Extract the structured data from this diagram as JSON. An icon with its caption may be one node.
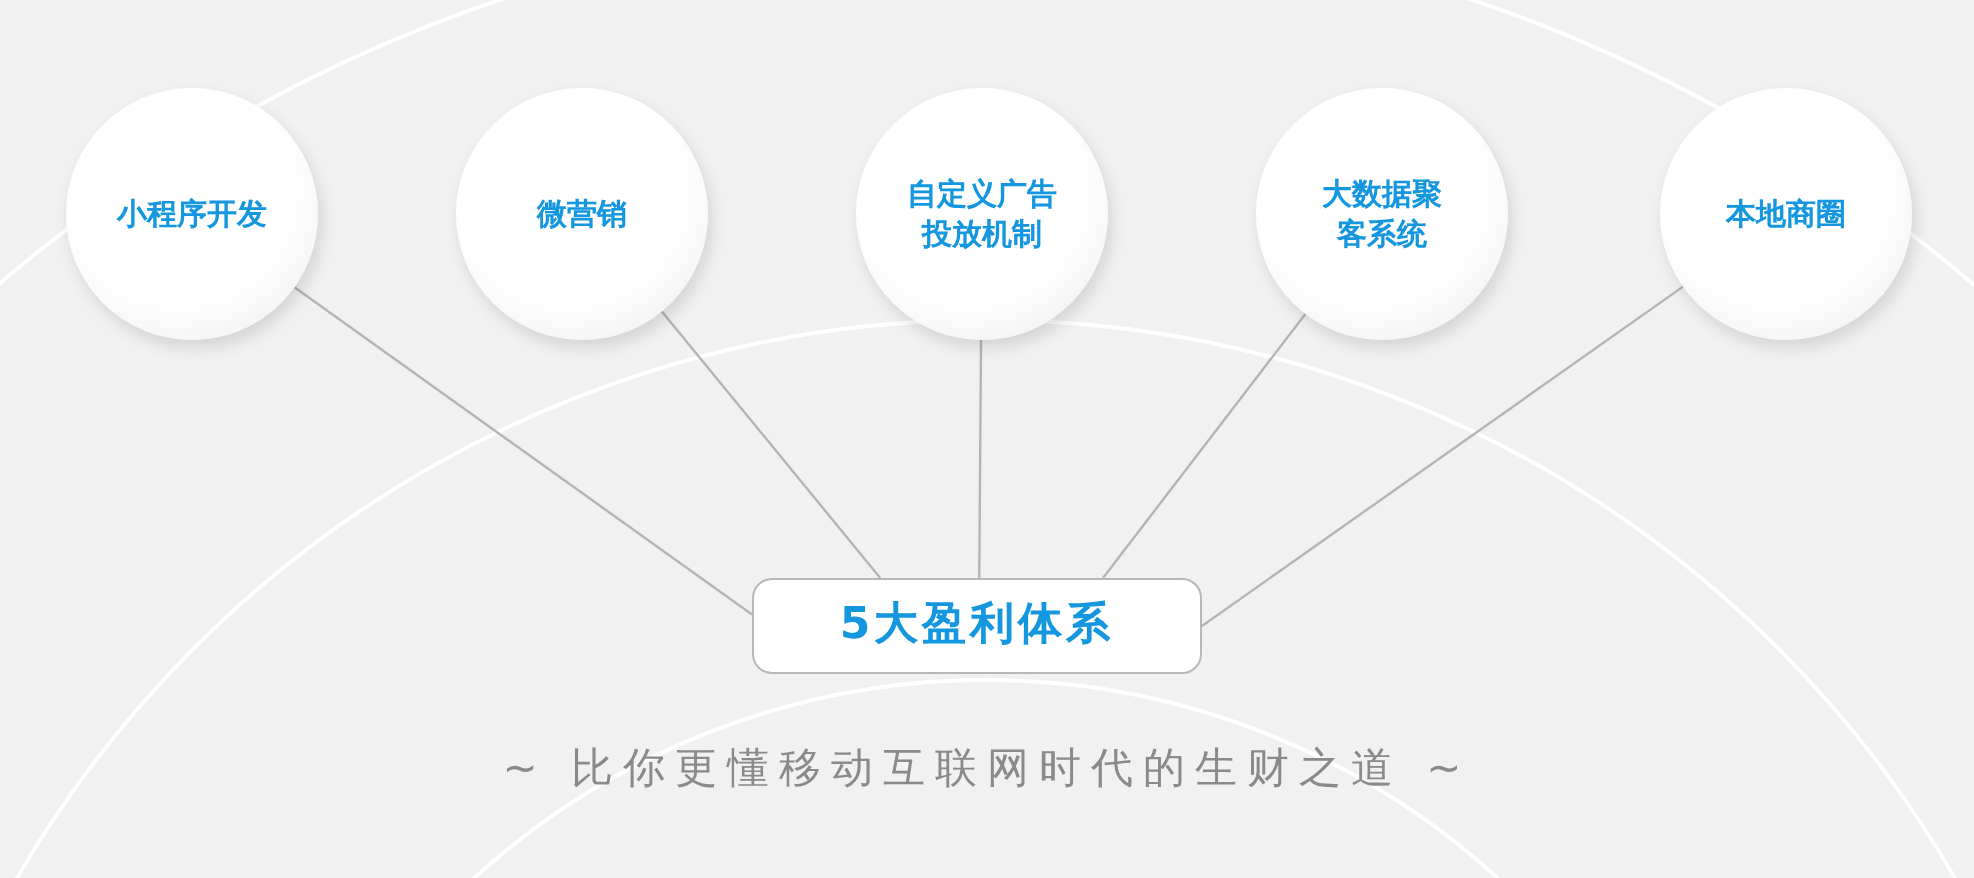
{
  "diagram": {
    "caption": "~ 比你更懂移动互联网时代的生财之道 ~",
    "nodes": [
      {
        "text": [
          "小程序开发"
        ]
      },
      {
        "text": [
          "微营销"
        ]
      },
      {
        "text": [
          "自定义广告投放机制"
        ]
      },
      {
        "text": [
          "大数据聚客系统"
        ]
      },
      {
        "text": [
          "本地商圈"
        ]
      },
      {
        "text": [
          "5大盈利体系"
        ]
      }
    ],
    "edges": [
      {
        "from": 0,
        "to": 5,
        "arrow": "none"
      },
      {
        "from": 1,
        "to": 5,
        "arrow": "none"
      },
      {
        "from": 2,
        "to": 5,
        "arrow": "none"
      },
      {
        "from": 3,
        "to": 5,
        "arrow": "none"
      },
      {
        "from": 4,
        "to": 5,
        "arrow": "none"
      }
    ]
  }
}
